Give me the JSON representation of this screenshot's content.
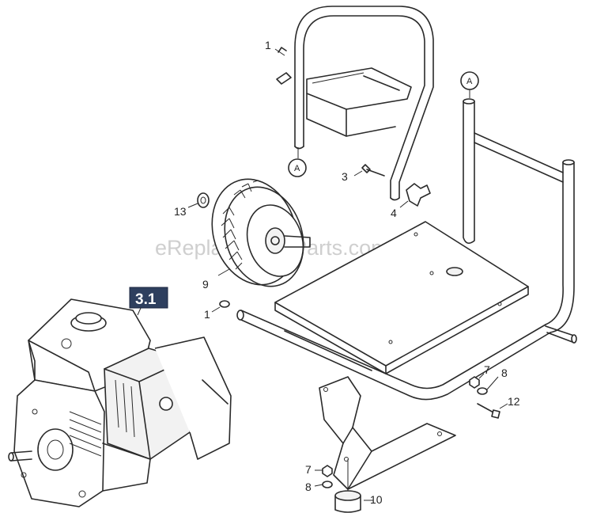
{
  "watermark": "eReplacementParts.com",
  "badge": {
    "text": "3.1",
    "color": "#2e3f5e"
  },
  "callouts": [
    {
      "id": "c1a",
      "text": "1"
    },
    {
      "id": "c1b",
      "text": "1"
    },
    {
      "id": "c3",
      "text": "3"
    },
    {
      "id": "c4",
      "text": "4"
    },
    {
      "id": "c7a",
      "text": "7"
    },
    {
      "id": "c7b",
      "text": "7"
    },
    {
      "id": "c8a",
      "text": "8"
    },
    {
      "id": "c8b",
      "text": "8"
    },
    {
      "id": "c9",
      "text": "9"
    },
    {
      "id": "c10",
      "text": "10"
    },
    {
      "id": "c12",
      "text": "12"
    },
    {
      "id": "c13",
      "text": "13"
    }
  ],
  "connectors": [
    {
      "id": "a1",
      "text": "A"
    },
    {
      "id": "a2",
      "text": "A"
    }
  ]
}
